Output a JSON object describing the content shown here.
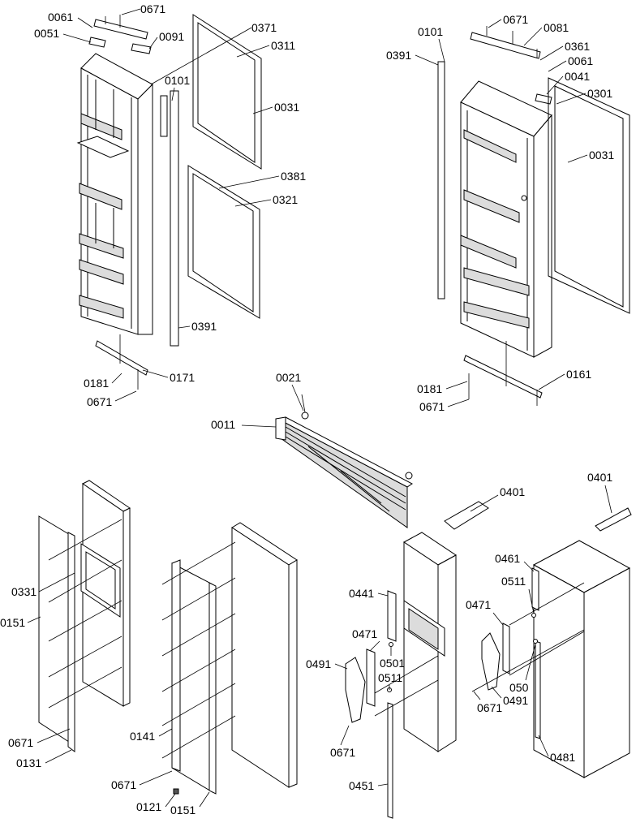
{
  "labels": {
    "fz_0061": "0061",
    "fz_0671_top": "0671",
    "fz_0051": "0051",
    "fz_0091": "0091",
    "fz_0371": "0371",
    "fz_0311": "0311",
    "fz_0101": "0101",
    "fz_0031": "0031",
    "fz_0381": "0381",
    "fz_0321": "0321",
    "fz_0391": "0391",
    "fz_0181": "0181",
    "fz_0171": "0171",
    "fz_0671_bot": "0671",
    "ff_0101": "0101",
    "ff_0671_top": "0671",
    "ff_0081": "0081",
    "ff_0391": "0391",
    "ff_0361": "0361",
    "ff_0061": "0061",
    "ff_0041": "0041",
    "ff_0301": "0301",
    "ff_0031": "0031",
    "ff_0181": "0181",
    "ff_0161": "0161",
    "ff_0671_bot": "0671",
    "grille_0021": "0021",
    "grille_0011": "0011",
    "lp_0331": "0331",
    "lp_0151": "0151",
    "lp_0671": "0671",
    "lp_0131": "0131",
    "mp_0141": "0141",
    "mp_0671": "0671",
    "mp_0121": "0121",
    "mp_0151": "0151",
    "hinge_0401_left": "0401",
    "hinge_0401_right": "0401",
    "rp_0441": "0441",
    "rp_0471": "0471",
    "rp_0491": "0491",
    "rp_0501": "0501",
    "rp_0511": "0511",
    "rp_0671": "0671",
    "rp_0451": "0451",
    "frp_0461": "0461",
    "frp_0511": "0511",
    "frp_0471": "0471",
    "frp_050": "050",
    "frp_0491": "0491",
    "frp_0671": "0671",
    "frp_0481": "0481"
  }
}
